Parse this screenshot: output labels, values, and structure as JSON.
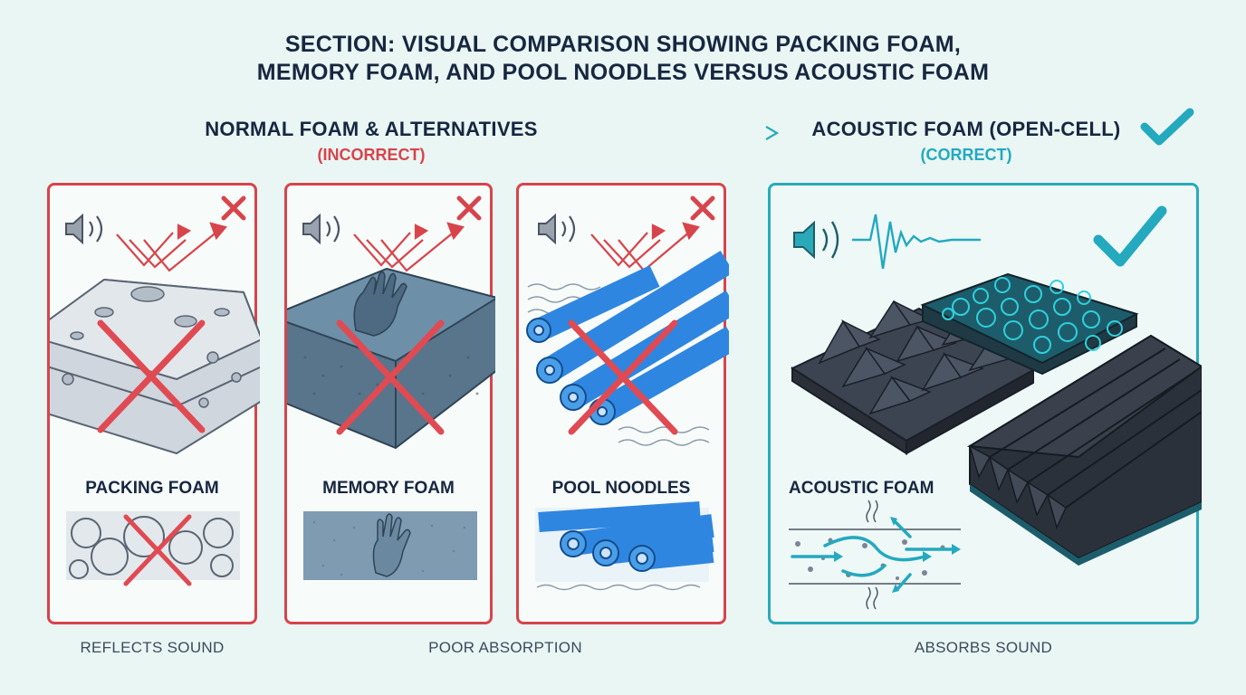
{
  "title": {
    "line1": "SECTION: VISUAL COMPARISON SHOWING PACKING FOAM,",
    "line2": "MEMORY FOAM, AND POOL NOODLES VERSUS ACOUSTIC FOAM"
  },
  "left_heading": {
    "main": "NORMAL FOAM & ALTERNATIVES",
    "sub": "(INCORRECT)"
  },
  "right_heading": {
    "main": "ACOUSTIC FOAM (OPEN-CELL)",
    "sub": "(CORRECT)"
  },
  "panels": [
    {
      "label": "PACKING FOAM"
    },
    {
      "label": "MEMORY FOAM"
    },
    {
      "label": "POOL NOODLES"
    },
    {
      "label": "ACOUSTIC FOAM"
    }
  ],
  "captions": {
    "reflects": "REFLECTS SOUND",
    "poor": "POOR ABSORPTION",
    "absorbs": "ABSORBS SOUND"
  },
  "colors": {
    "incorrect": "#d8444b",
    "correct": "#2aaab9",
    "navy": "#172740",
    "noodle_blue": "#2f86e0",
    "memory_foam": "#6e8fa8",
    "acoustic_dark": "#2f3642"
  },
  "icons": [
    "speaker-icon",
    "reflect-arrows-icon",
    "cross-icon",
    "check-icon",
    "sound-wave-icon",
    "hand-print-icon"
  ]
}
